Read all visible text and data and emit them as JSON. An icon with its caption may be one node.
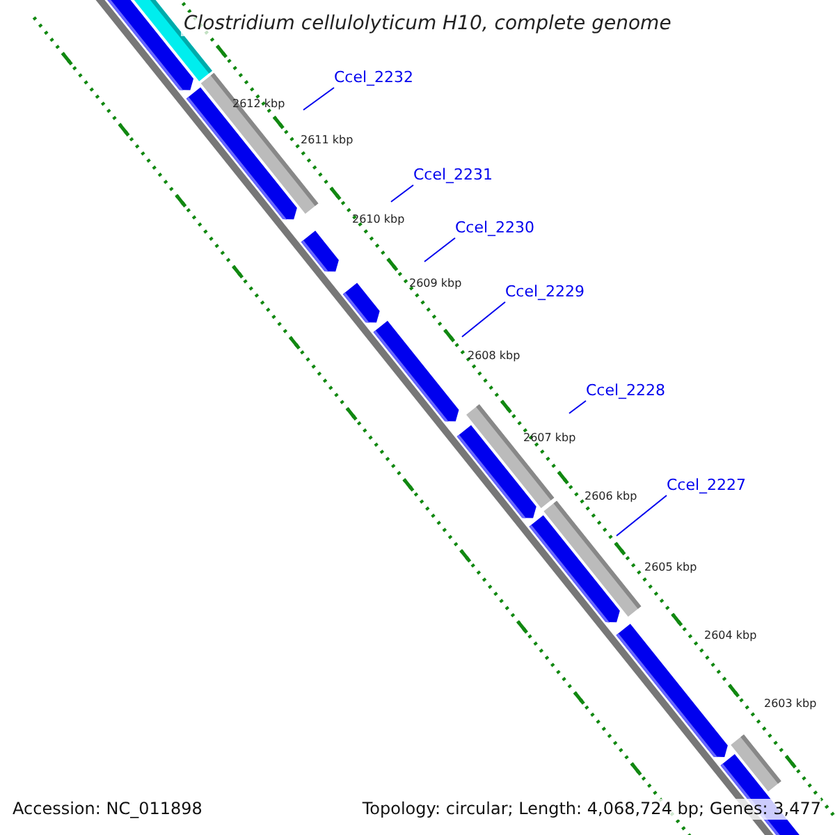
{
  "diagram": {
    "title": "Clostridium cellulolyticum H10, complete genome",
    "nodes": [
      {
        "text": [
          "Ccel_2232"
        ]
      },
      {
        "text": [
          "Ccel_2231"
        ]
      },
      {
        "text": [
          "Ccel_2230"
        ]
      },
      {
        "text": [
          "Ccel_2229"
        ]
      },
      {
        "text": [
          "Ccel_2228"
        ]
      },
      {
        "text": [
          "Ccel_2227"
        ]
      }
    ],
    "edges": [
      {
        "from": 0,
        "to": null,
        "arrow": "none"
      },
      {
        "from": 1,
        "to": null,
        "arrow": "none"
      },
      {
        "from": 2,
        "to": null,
        "arrow": "none"
      },
      {
        "from": 3,
        "to": null,
        "arrow": "none"
      },
      {
        "from": 4,
        "to": null,
        "arrow": "none"
      },
      {
        "from": 5,
        "to": null,
        "arrow": "none"
      }
    ],
    "labels": [
      "2612 kbp",
      "2611 kbp",
      "2610 kbp",
      "2609 kbp",
      "2608 kbp",
      "2607 kbp",
      "2606 kbp",
      "2605 kbp",
      "2604 kbp",
      "2603 kbp",
      "Accession: NC_011898",
      "Topology: circular; Length: 4,068,724 bp; Genes: 3,477"
    ]
  }
}
